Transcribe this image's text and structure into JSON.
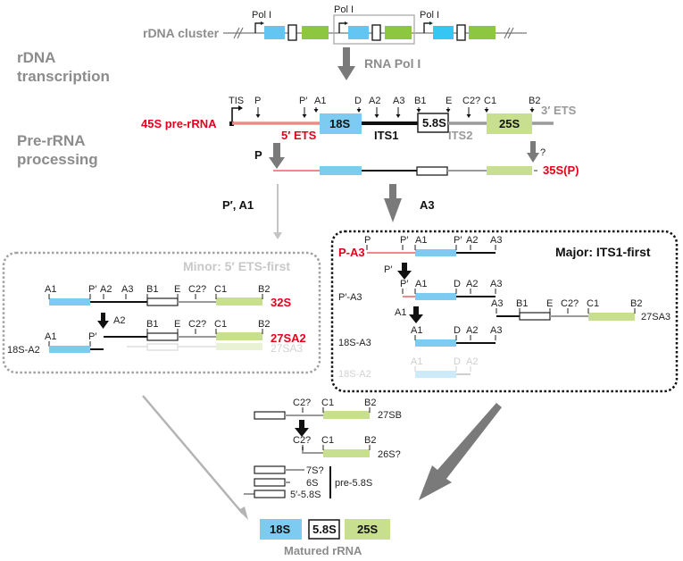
{
  "colors": {
    "rRNA_18S": "#7dcbf0",
    "rRNA_18S_light": "#cdeaf8",
    "rRNA_25S": "#c8df8f",
    "rRNA_25S_dark": "#8dc63f",
    "ets5": "#f08a8a",
    "its2": "#9a9a9a",
    "accent_red": "#e2001a",
    "arrow_gray": "#7a7a7a",
    "arrow_light": "#c4c4c4",
    "section_gray": "#8c8c8c"
  },
  "sections": {
    "rdna_transcription_1": "rDNA",
    "rdna_transcription_2": "transcription",
    "processing_1": "Pre-rRNA",
    "processing_2": "processing"
  },
  "cluster": {
    "label": "rDNA cluster",
    "promoter_labels": [
      "Pol I",
      "Pol I",
      "Pol I"
    ],
    "transcription_enzyme": "RNA Pol I"
  },
  "precursor": {
    "name": "45S pre-rRNA",
    "tis": "TIS",
    "sites": [
      "P",
      "P′",
      "A1",
      "D",
      "A2",
      "A3",
      "B1",
      "E",
      "C2?",
      "C1",
      "B2"
    ],
    "segments": {
      "ets5": "5′ ETS",
      "s18": "18S",
      "its1": "ITS1",
      "s58": "5.8S",
      "its2": "ITS2",
      "s25": "25S",
      "ets3": "3′ ETS"
    },
    "step_p": "P",
    "step_question": "?",
    "product": "35S(P)"
  },
  "branches": {
    "minor_step": "P′, A1",
    "major_step": "A3"
  },
  "minor": {
    "title": "Minor: 5′ ETS-first",
    "row1": {
      "sites": [
        "A1",
        "P′",
        "A2",
        "A3",
        "B1",
        "E",
        "C2?",
        "C1",
        "B2"
      ],
      "name": "32S"
    },
    "step": "A2",
    "row2": {
      "sites_left": [
        "A1",
        "P′"
      ],
      "sites_right": [
        "B1",
        "E",
        "C2?",
        "C1",
        "B2"
      ],
      "name": "27SA2",
      "left_name": "18S-A2",
      "ghost_name": "27SA3"
    }
  },
  "major": {
    "title": "Major: ITS1-first",
    "row1": {
      "name": "P-A3",
      "sites": [
        "P",
        "P′",
        "A1",
        "P′",
        "A2",
        "A3"
      ]
    },
    "step1": "P′",
    "row2": {
      "name": "P′-A3",
      "sites": [
        "P′",
        "A1",
        "D",
        "A2",
        "A3"
      ]
    },
    "step2": "A1",
    "side": {
      "name": "27SA3",
      "sites": [
        "A3",
        "B1",
        "E",
        "C2?",
        "C1",
        "B2"
      ]
    },
    "row3": {
      "name": "18S-A3",
      "sites": [
        "A1",
        "D",
        "A2",
        "A3"
      ]
    },
    "row4": {
      "name": "18S-A2",
      "sites": [
        "A1",
        "D",
        "A2"
      ]
    }
  },
  "late": {
    "r27sb": {
      "name": "27SB",
      "sites": [
        "C2?",
        "C1",
        "B2"
      ]
    },
    "r26s": {
      "name": "26S?",
      "sites": [
        "C2?",
        "C1",
        "B2"
      ]
    },
    "small": [
      "7S?",
      "6S",
      "5′-5.8S"
    ],
    "group": "pre-5.8S"
  },
  "mature": {
    "items": [
      "18S",
      "5.8S",
      "25S"
    ],
    "label": "Matured rRNA"
  }
}
